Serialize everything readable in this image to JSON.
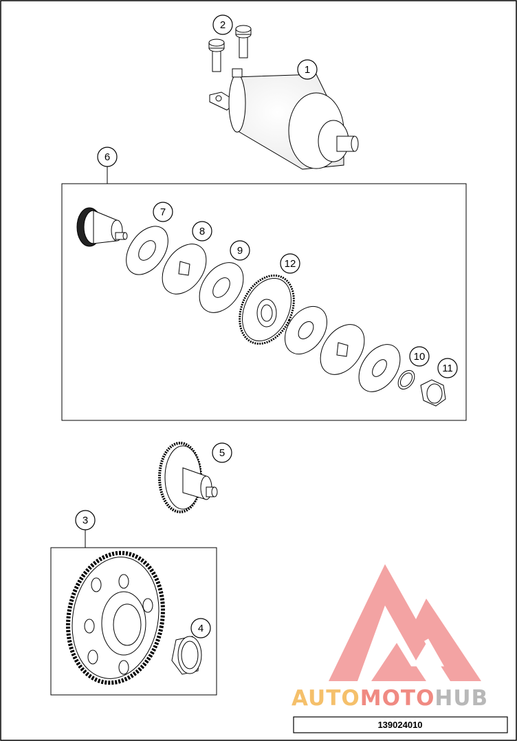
{
  "diagram": {
    "drawing_number": "139024010",
    "callouts": [
      "1",
      "2",
      "3",
      "4",
      "5",
      "6",
      "7",
      "8",
      "9",
      "10",
      "11",
      "12"
    ],
    "brand": {
      "part1": "AUTO",
      "part2": "MOTO",
      "part3": "HUB",
      "color_auto": "#f5c06b",
      "color_moto": "#f08a82",
      "color_hub": "#b8b8b8",
      "logo_color": "#f29a9a"
    }
  }
}
